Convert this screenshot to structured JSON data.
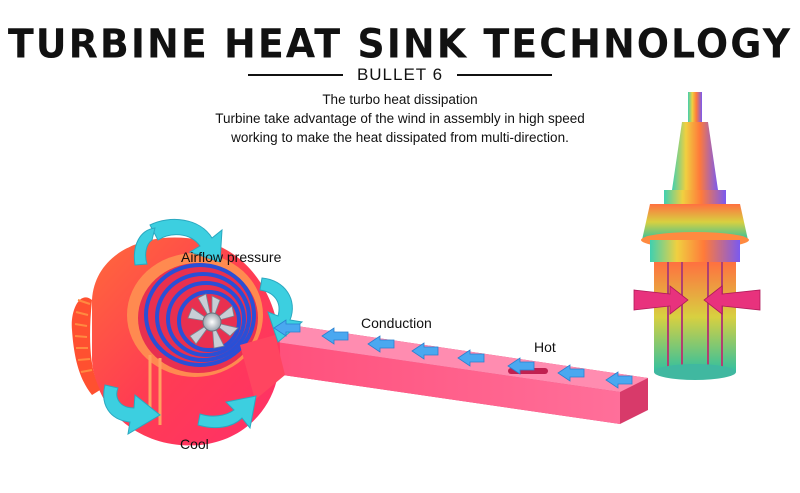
{
  "header": {
    "title": "TURBINE HEAT SINK TECHNOLOGY",
    "subtitle": "BULLET 6",
    "desc_line1": "The turbo heat dissipation",
    "desc_line2": "Turbine take advantage of the wind in assembly in high speed",
    "desc_line3": "working to make the heat dissipated from multi-direction."
  },
  "labels": {
    "airflow": "Airflow pressure",
    "conduction": "Conduction",
    "hot": "Hot",
    "cool": "Cool"
  },
  "colors": {
    "body_red": "#ff3b4e",
    "body_orange": "#ff7a3c",
    "bar_pink": "#ff5a8a",
    "arrow_cyan": "#3ccfe0",
    "arrow_blue": "#4aa8f0",
    "turbine_blue": "#2a4fd6",
    "arrow_magenta": "#e8327d"
  }
}
